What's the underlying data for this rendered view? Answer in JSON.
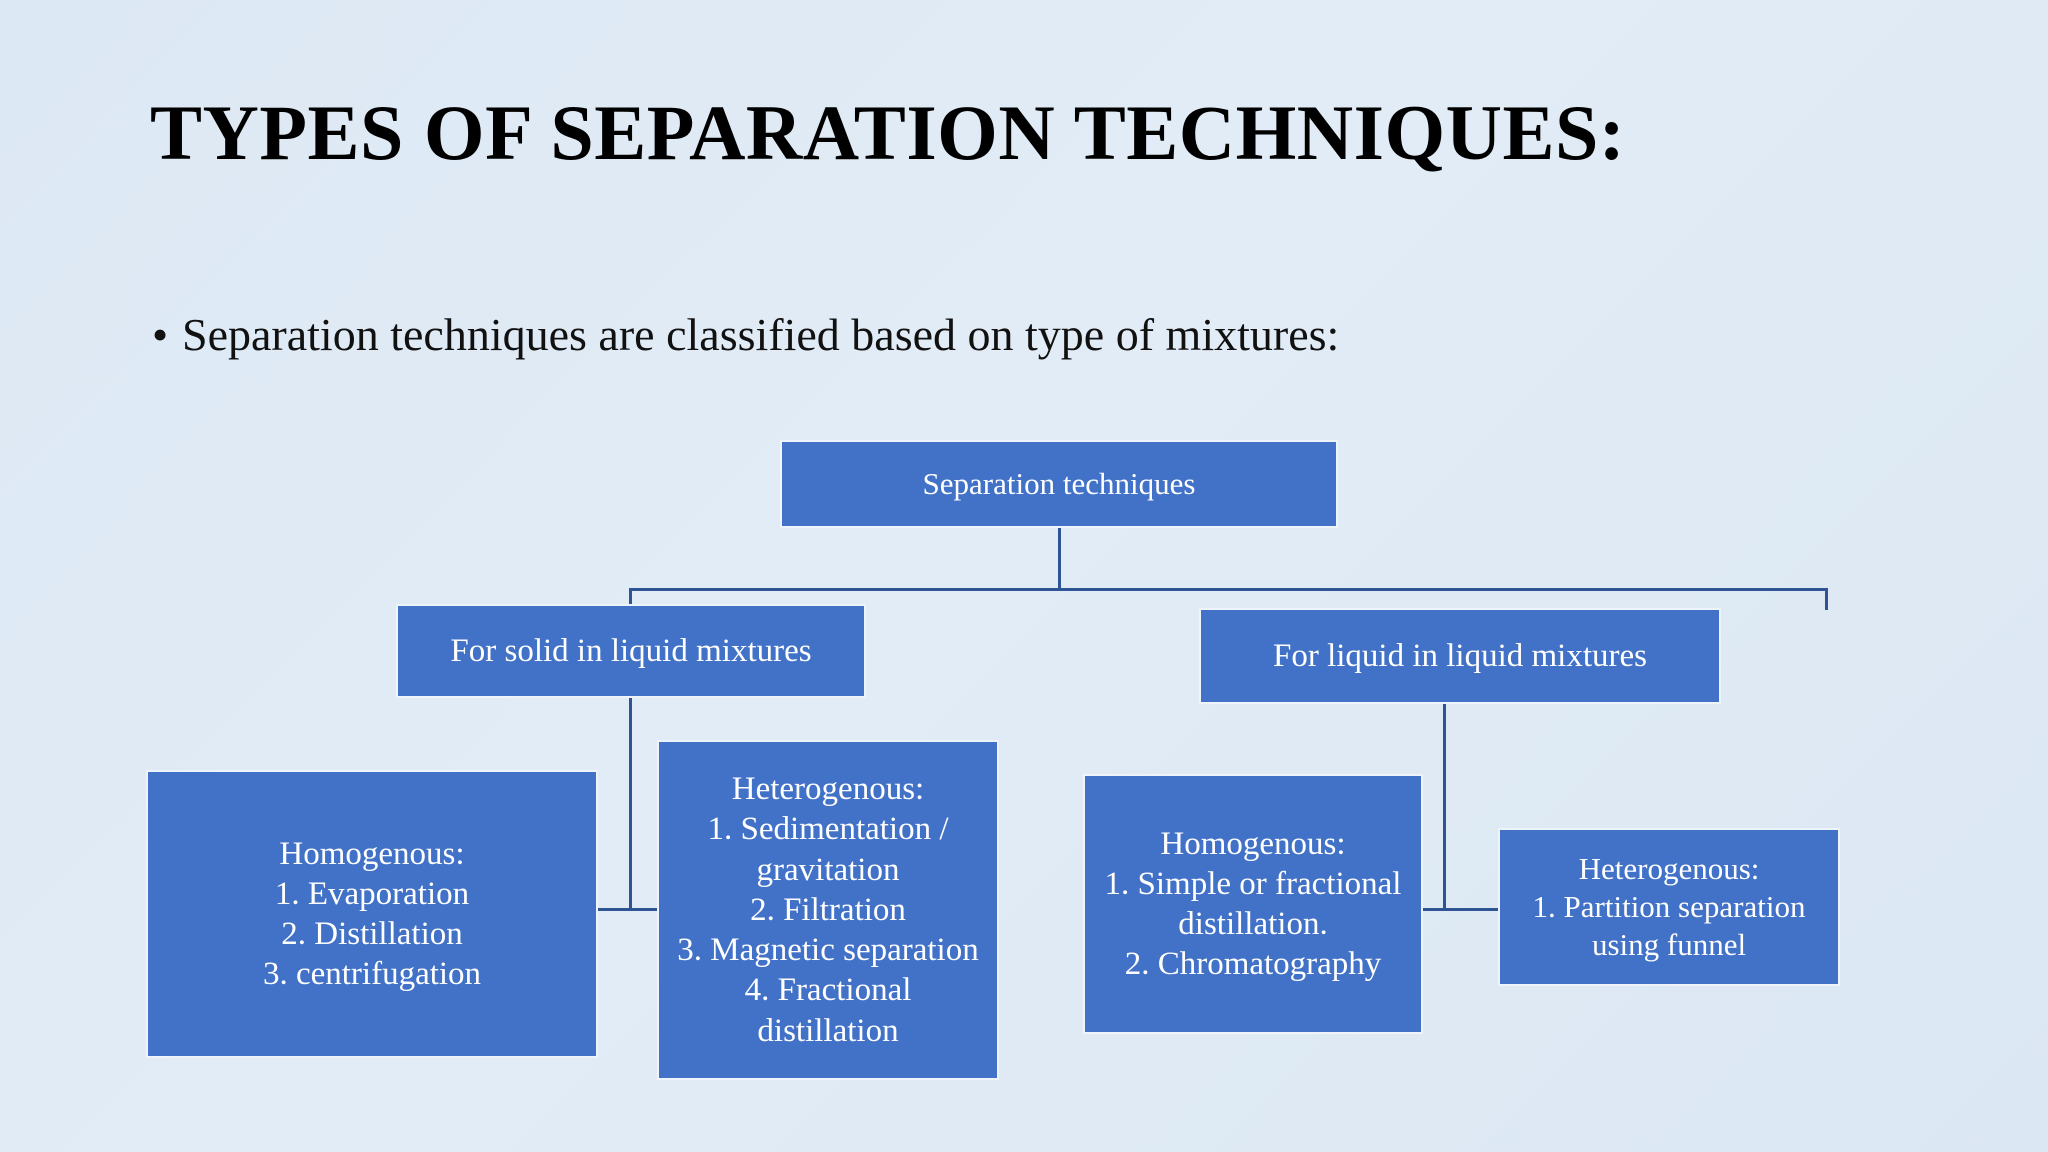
{
  "slide": {
    "title": "TYPES OF SEPARATION TECHNIQUES:",
    "bullet_marker": "•",
    "bullet_text": "Separation techniques are classified based on type of mixtures:",
    "background_color": "#dee9f3",
    "node_fill_color": "#4272c7",
    "node_text_color": "#ffffff",
    "connector_color": "#2e5496",
    "title_color": "#000000"
  },
  "diagram": {
    "root": {
      "label": "Separation techniques"
    },
    "branches": [
      {
        "label": "For solid in liquid mixtures",
        "children": [
          {
            "heading": "Homogenous:",
            "items": [
              "1. Evaporation",
              "2. Distillation",
              "3. centrifugation"
            ]
          },
          {
            "heading": "Heterogenous:",
            "items": [
              "1. Sedimentation /",
              "gravitation",
              "2. Filtration",
              "3. Magnetic separation",
              "4. Fractional",
              "distillation"
            ]
          }
        ]
      },
      {
        "label": "For liquid in liquid mixtures",
        "children": [
          {
            "heading": "Homogenous:",
            "items": [
              "1. Simple or fractional",
              "distillation.",
              "2. Chromatography"
            ]
          },
          {
            "heading": "Heterogenous:",
            "items": [
              "1. Partition separation",
              "using funnel"
            ]
          }
        ]
      }
    ]
  }
}
